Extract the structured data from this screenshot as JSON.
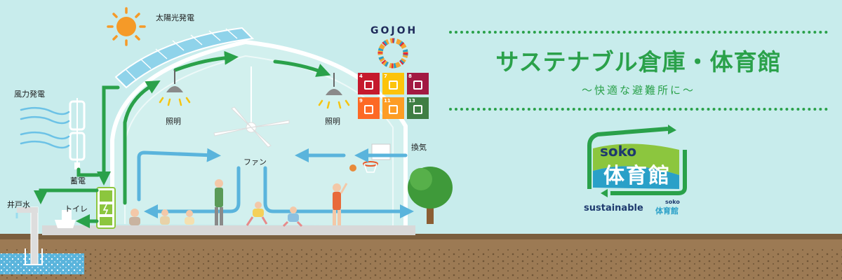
{
  "labels": {
    "solar": "太陽光発電",
    "wind": "風力発電",
    "battery": "蓄電",
    "well": "井戸水",
    "toilet": "トイレ",
    "light_left": "照明",
    "light_right": "照明",
    "fan": "ファン",
    "ventilation": "換気"
  },
  "brand": {
    "logo": "GOJOH"
  },
  "heading": {
    "title": "サステナブル倉庫・体育館",
    "subtitle": "〜快適な避難所に〜"
  },
  "sdgs": {
    "tiles": [
      {
        "num": "4",
        "color": "#c5192d",
        "icon": "book-icon"
      },
      {
        "num": "7",
        "color": "#fcc30b",
        "icon": "sun-icon"
      },
      {
        "num": "8",
        "color": "#a21942",
        "icon": "growth-chart-icon"
      },
      {
        "num": "9",
        "color": "#fd6925",
        "icon": "cubes-icon"
      },
      {
        "num": "11",
        "color": "#fd9d24",
        "icon": "buildings-icon"
      },
      {
        "num": "13",
        "color": "#3f7e44",
        "icon": "eye-globe-icon"
      }
    ]
  },
  "badge": {
    "soko": "soko",
    "main": "体育館",
    "tag_prefix": "sustainable",
    "tag_soko": "soko",
    "tag_main": "体育館"
  },
  "colors": {
    "green_accent": "#2aa14a",
    "sky": "#c8ecec",
    "air_flow": "#5ab4dc",
    "soil": "#9c7a54",
    "navy": "#1e3a6e"
  }
}
